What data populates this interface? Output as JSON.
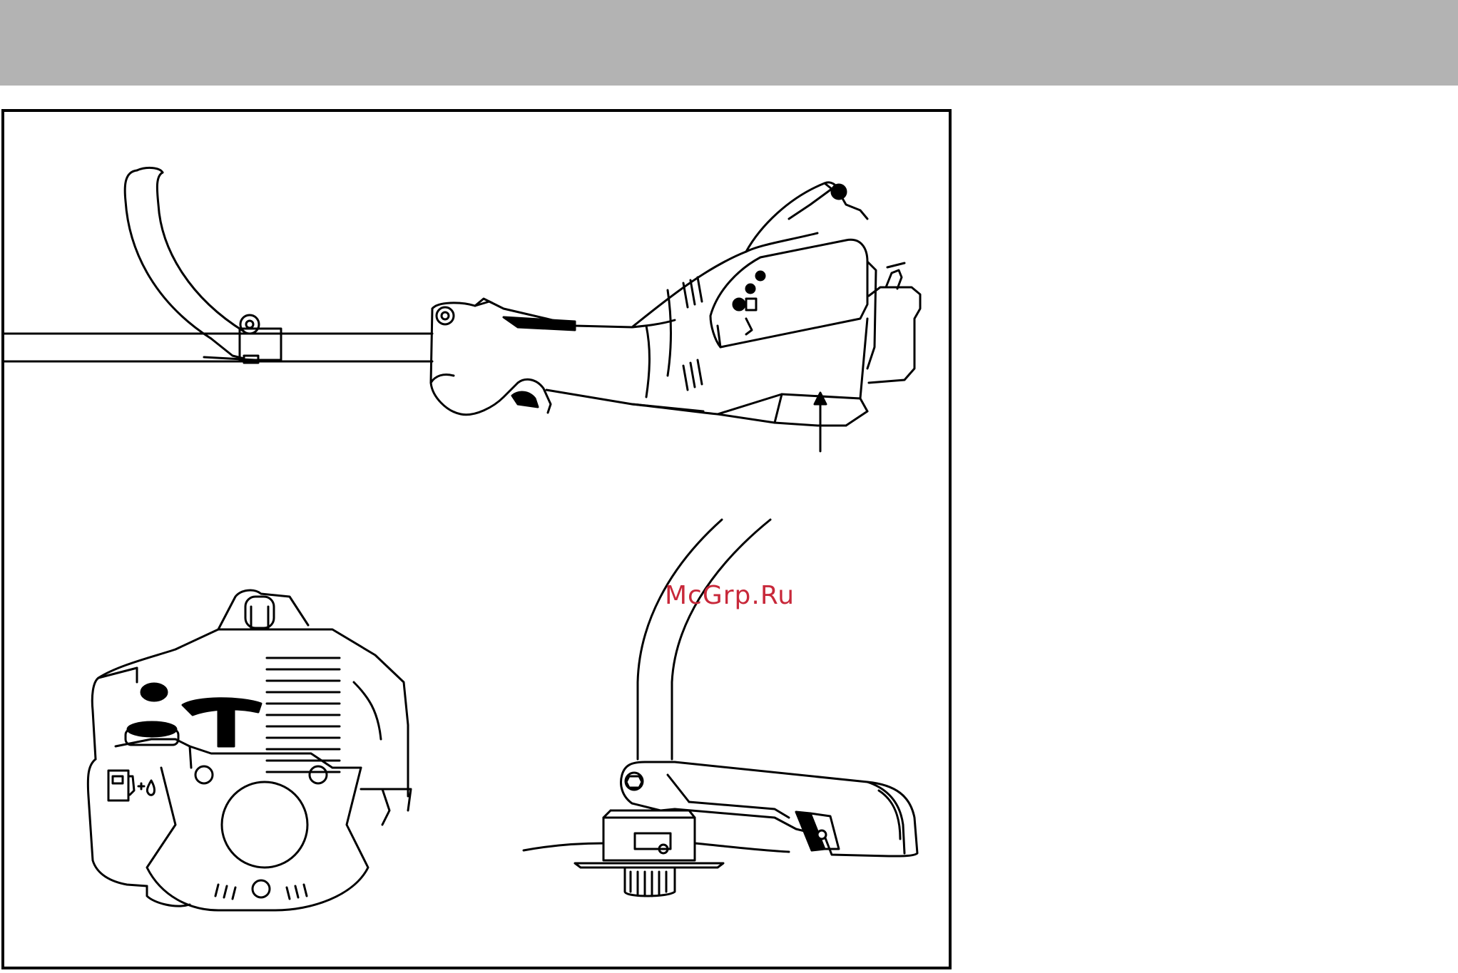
{
  "page": {
    "header_band_color": "#b3b3b3",
    "background_color": "#ffffff"
  },
  "figure": {
    "frame_color": "#000000",
    "line_color": "#000000",
    "illustrations": [
      {
        "name": "trimmer-handle-and-engine-side-view"
      },
      {
        "name": "engine-front-view"
      },
      {
        "name": "trimmer-head-and-guard"
      }
    ],
    "icons": [
      "fuel-pump-icon",
      "oil-drop-icon"
    ]
  },
  "watermark": {
    "text": "McGrp.Ru",
    "color": "#c8283a"
  }
}
